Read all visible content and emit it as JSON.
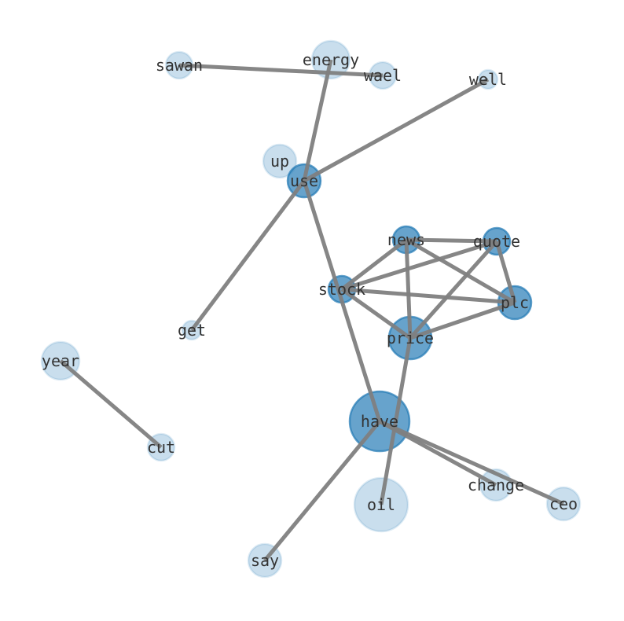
{
  "graph": {
    "node_color": "#1f77b4",
    "edge_color": "#808080",
    "nodes": [
      {
        "id": "sawan",
        "label": "sawan",
        "shade": "light"
      },
      {
        "id": "energy",
        "label": "energy",
        "shade": "light"
      },
      {
        "id": "wael",
        "label": "wael",
        "shade": "light"
      },
      {
        "id": "well",
        "label": "well",
        "shade": "light"
      },
      {
        "id": "up",
        "label": "up",
        "shade": "light"
      },
      {
        "id": "use",
        "label": "use",
        "shade": "dark"
      },
      {
        "id": "news",
        "label": "news",
        "shade": "dark"
      },
      {
        "id": "quote",
        "label": "quote",
        "shade": "dark"
      },
      {
        "id": "stock",
        "label": "stock",
        "shade": "dark"
      },
      {
        "id": "plc",
        "label": "plc",
        "shade": "dark"
      },
      {
        "id": "get",
        "label": "get",
        "shade": "light"
      },
      {
        "id": "price",
        "label": "price",
        "shade": "dark"
      },
      {
        "id": "year",
        "label": "year",
        "shade": "light"
      },
      {
        "id": "have",
        "label": "have",
        "shade": "dark"
      },
      {
        "id": "cut",
        "label": "cut",
        "shade": "light"
      },
      {
        "id": "change",
        "label": "change",
        "shade": "light"
      },
      {
        "id": "ceo",
        "label": "ceo",
        "shade": "light"
      },
      {
        "id": "oil",
        "label": "oil",
        "shade": "light"
      },
      {
        "id": "say",
        "label": "say",
        "shade": "light"
      }
    ],
    "edges": [
      [
        "sawan",
        "wael"
      ],
      [
        "energy",
        "use"
      ],
      [
        "well",
        "use"
      ],
      [
        "use",
        "get"
      ],
      [
        "use",
        "have"
      ],
      [
        "news",
        "quote"
      ],
      [
        "news",
        "stock"
      ],
      [
        "news",
        "price"
      ],
      [
        "news",
        "plc"
      ],
      [
        "quote",
        "stock"
      ],
      [
        "quote",
        "plc"
      ],
      [
        "quote",
        "price"
      ],
      [
        "stock",
        "plc"
      ],
      [
        "stock",
        "price"
      ],
      [
        "price",
        "plc"
      ],
      [
        "price",
        "oil"
      ],
      [
        "have",
        "change"
      ],
      [
        "have",
        "ceo"
      ],
      [
        "have",
        "say"
      ],
      [
        "year",
        "cut"
      ]
    ]
  }
}
